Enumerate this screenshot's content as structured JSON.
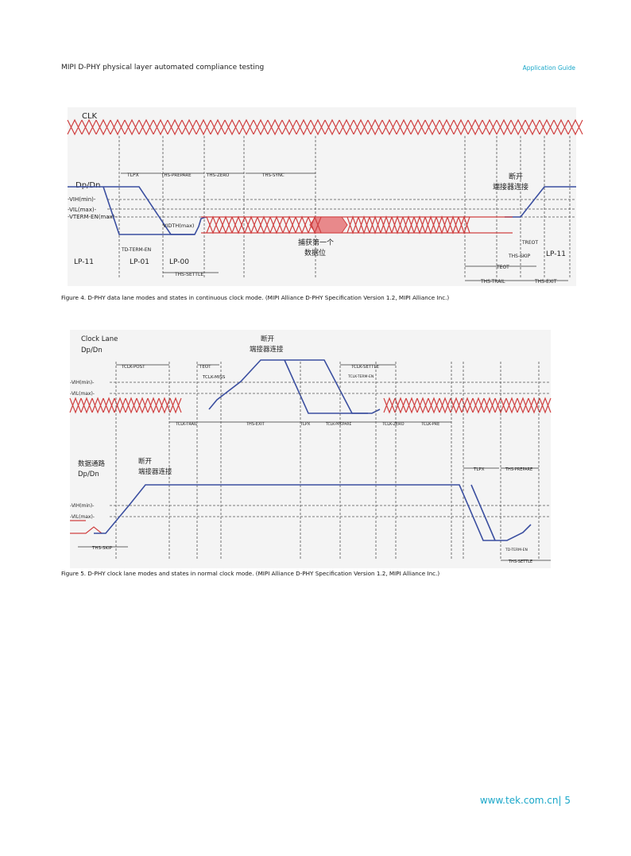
{
  "header": {
    "title": "MIPI D-PHY physical layer automated compliance testing",
    "tag": "Application Guide"
  },
  "figure4": {
    "clk": "CLK",
    "dpdn": "Dp/Dn",
    "vih": "-VIH(min)-",
    "vil": "-VIL(max)-",
    "vterm": "-VTERM-EN(max)-",
    "vidth": "VIDTH(max)",
    "t_lpx": "TLPX",
    "t_hs_prepare": "THS-PREPARE",
    "t_hs_zero": "THS-ZERO",
    "t_hs_sync": "THS-SYNC",
    "t_d_term_en": "TD-TERM-EN",
    "t_hs_settle": "THS-SETTLE",
    "t_reot": "TREOT",
    "t_hs_skip": "THS-SKIP",
    "t_eot": "TEOT",
    "t_hs_trail": "THS-TRAIL",
    "t_hs_exit": "THS-EXIT",
    "lp11_left": "LP-11",
    "lp01": "LP-01",
    "lp00": "LP-00",
    "lp11_right": "LP-11",
    "disconnect_1": "断开",
    "disconnect_2": "端接器连接",
    "capture_1": "捕获第一个",
    "capture_2": "数据位",
    "caption": "Figure 4. D-PHY data lane modes and states in continuous clock mode. (MIPI Alliance D-PHY Specification Version 1.2, MIPI Alliance Inc.)"
  },
  "figure5": {
    "clock_lane": "Clock Lane",
    "dpdn": "Dp/Dn",
    "vih_a": "-VIH(min)-",
    "vil_a": "-VIL(max)-",
    "t_clk_post": "TCLK-POST",
    "t_eot": "TEOT",
    "t_clk_miss": "TCLK-MISS",
    "t_clk_settle": "TCLK-SETTLE",
    "t_clk_term_en": "TCLK-TERM-EN",
    "t_clk_trail": "TCLK-TRAIL",
    "t_hs_exit": "THS-EXIT",
    "t_lpx": "TLPX",
    "t_clk_prepare": "TCLK-PREPARE",
    "t_clk_zero": "TCLK-ZERO",
    "t_clk_pre": "TCLK-PRE",
    "disconnect_top_1": "断开",
    "disconnect_top_2": "端接器连接",
    "data_lane_1": "数据通路",
    "data_lane_2": "Dp/Dn",
    "disconnect_mid_1": "断开",
    "disconnect_mid_2": "端接器连接",
    "vih_b": "-VIH(min)-",
    "vil_b": "-VIL(max)-",
    "t_hs_skip": "THS-SKIP",
    "t_lpx_b": "TLPX",
    "t_hs_prepare": "THS-PREPARE",
    "t_d_term_en": "TD-TERM-EN",
    "t_hs_settle": "THS-SETTLE",
    "caption": "Figure 5. D-PHY clock lane modes and states in normal clock mode. (MIPI Alliance D-PHY Specification Version 1.2, MIPI Alliance Inc.)"
  },
  "footer": {
    "text": "www.tek.com.cn| 5"
  },
  "colors": {
    "accent": "#1aa7c9",
    "signal_blue": "#3b4fa0",
    "signal_red": "#d04040"
  }
}
